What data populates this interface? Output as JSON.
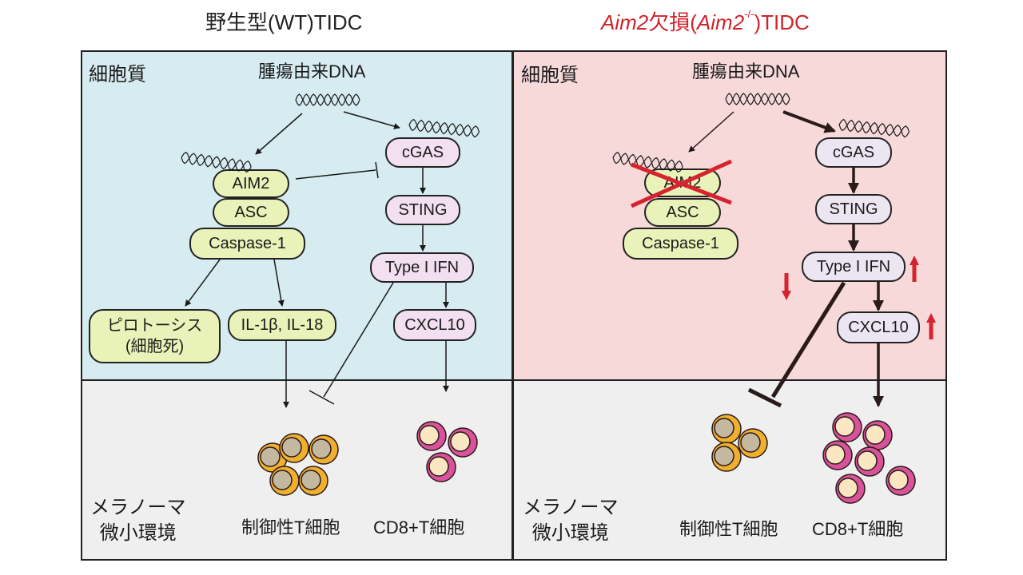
{
  "titles": {
    "left": "野生型(WT)TIDC",
    "right_italic_1": "Aim2",
    "right_text_1": "欠損(",
    "right_italic_2": "Aim2",
    "right_sup": "-/-",
    "right_text_2": ")TIDC"
  },
  "colors": {
    "left_cytoplasm": "#d6ecf1",
    "right_cytoplasm": "#f7d9da",
    "microenvironment": "#efefef",
    "inflammasome_node": "#e9f2b8",
    "sting_pathway_node": "#f2dff0",
    "knockout_cross": "#d7232e",
    "change_arrow": "#d7232e",
    "treg_outer": "#f0b02e",
    "treg_inner": "#c4b9a0",
    "cd8_outer": "#d9539b",
    "cd8_inner": "#fbe6c2"
  },
  "left_panel": {
    "cytoplasm_label": "細胞質",
    "dna_label": "腫瘍由来DNA",
    "nodes": {
      "aim2": "AIM2",
      "asc": "ASC",
      "caspase1": "Caspase-1",
      "pyroptosis_line1": "ピロトーシス",
      "pyroptosis_line2": "(細胞死)",
      "il": "IL-1β, IL-18",
      "cgas": "cGAS",
      "sting": "STING",
      "ifn": "Type I IFN",
      "cxcl10": "CXCL10"
    },
    "env_label_line1": "メラノーマ",
    "env_label_line2": "微小環境",
    "treg_label": "制御性T細胞",
    "cd8_label": "CD8+T細胞",
    "treg_cell_count": 5,
    "cd8_cell_count": 3
  },
  "right_panel": {
    "cytoplasm_label": "細胞質",
    "dna_label": "腫瘍由来DNA",
    "nodes": {
      "aim2": "AIM2",
      "asc": "ASC",
      "caspase1": "Caspase-1",
      "cgas": "cGAS",
      "sting": "STING",
      "ifn": "Type I IFN",
      "cxcl10": "CXCL10"
    },
    "aim2_knocked_out": true,
    "ifn_change": "up",
    "cxcl10_change": "up",
    "treg_change": "down",
    "env_label_line1": "メラノーマ",
    "env_label_line2": "微小環境",
    "treg_label": "制御性T細胞",
    "cd8_label": "CD8+T細胞",
    "treg_cell_count": 3,
    "cd8_cell_count": 6
  }
}
